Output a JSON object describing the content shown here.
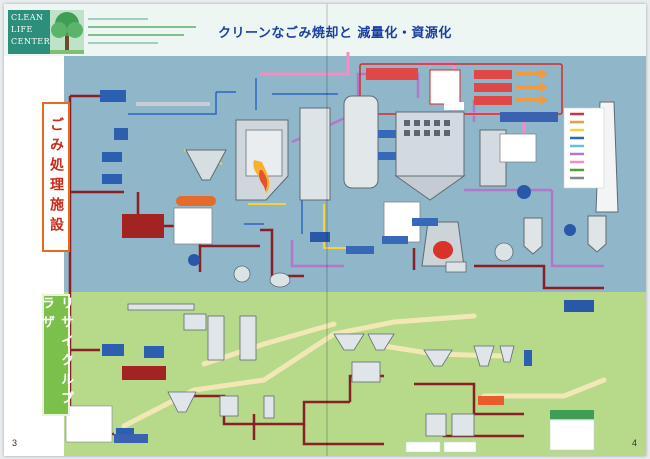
{
  "header": {
    "logo_lines": [
      "CLEAN",
      "LIFE",
      "CENTER"
    ],
    "title": "クリーンなごみ焼却と 減量化・資源化"
  },
  "sections": {
    "trash_plant": "ごみ処理施設",
    "recycle_plaza": "リサイクルプラザ"
  },
  "pages": {
    "left": "3",
    "right": "4"
  }
}
